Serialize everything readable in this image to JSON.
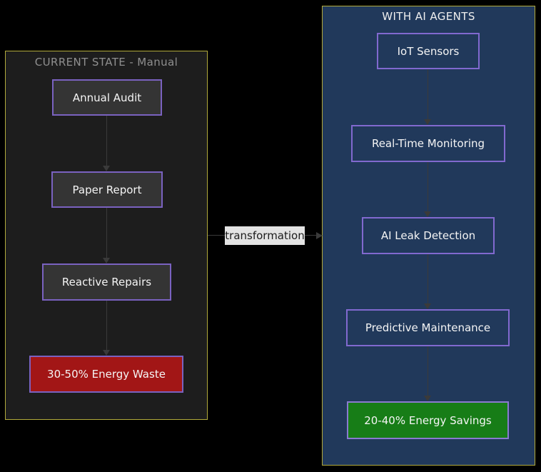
{
  "diagram": {
    "edge_label": "transformation",
    "left_panel": {
      "title": "CURRENT STATE - Manual",
      "nodes": [
        {
          "label": "Annual Audit"
        },
        {
          "label": "Paper Report"
        },
        {
          "label": "Reactive Repairs"
        },
        {
          "label": "30-50% Energy Waste"
        }
      ]
    },
    "right_panel": {
      "title": "WITH AI AGENTS",
      "nodes": [
        {
          "label": "IoT Sensors"
        },
        {
          "label": "Real-Time Monitoring"
        },
        {
          "label": "AI Leak Detection"
        },
        {
          "label": "Predictive Maintenance"
        },
        {
          "label": "20-40% Energy Savings"
        }
      ]
    },
    "colors": {
      "background": "#000000",
      "panel_border": "#b2aa3c",
      "left_panel_fill": "#1d1d1d",
      "right_panel_fill": "#21395b",
      "node_border_purple": "#7a62c0",
      "node_fill_dark": "#343434",
      "warning_fill": "#a21616",
      "success_fill": "#177d17",
      "edge_color": "#3a3a3a",
      "edge_label_bg": "#e3e3e3"
    }
  }
}
